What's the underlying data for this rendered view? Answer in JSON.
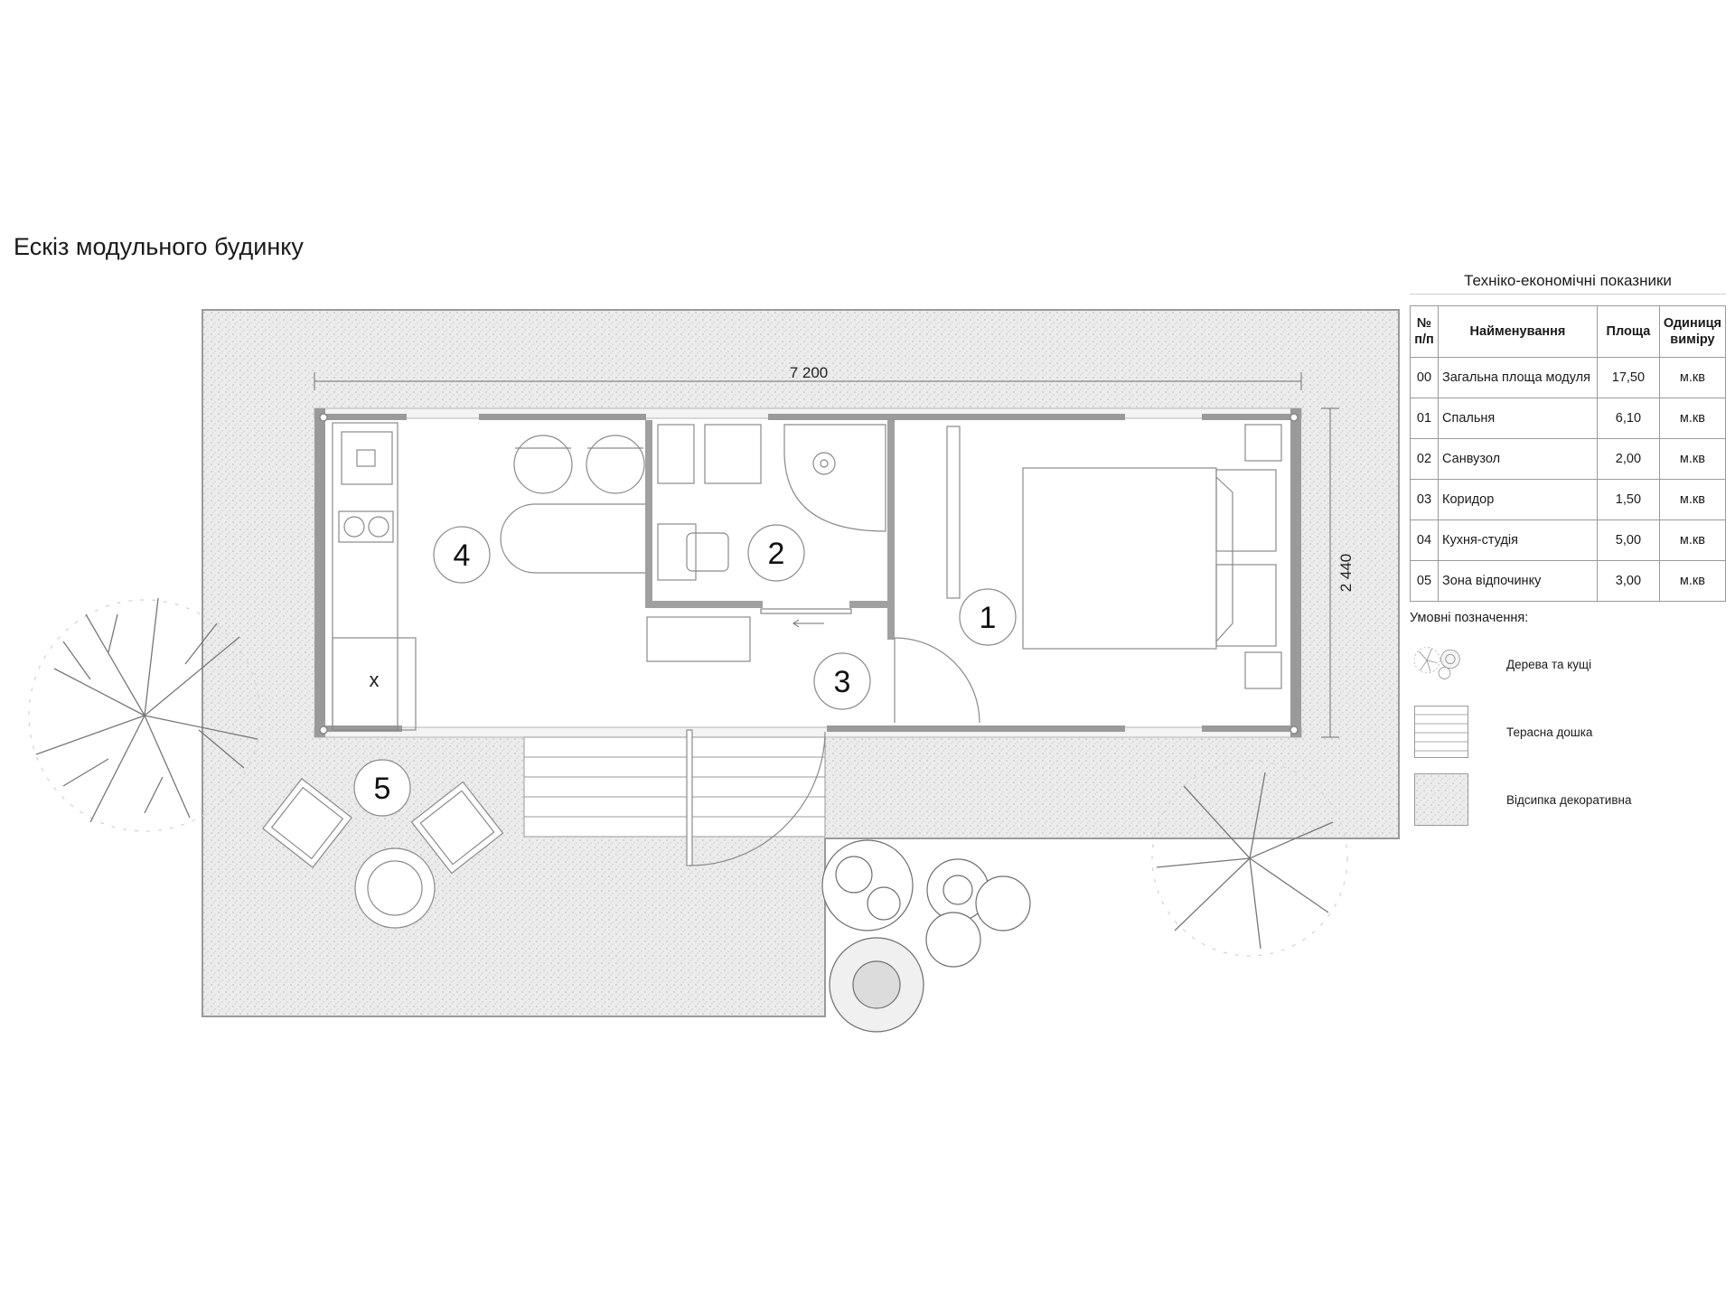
{
  "sheet": {
    "title": "Ескіз модульного будинку"
  },
  "plan": {
    "dimension_length": "7 200",
    "dimension_width": "2 440",
    "room_markers": [
      "1",
      "2",
      "3",
      "4",
      "5"
    ],
    "stove_mark": "x"
  },
  "spec": {
    "title": "Техніко-економічні показники",
    "headers": [
      "№ п/п",
      "Найменування",
      "Площа",
      "Одиниця виміру"
    ],
    "rows": [
      {
        "no": "00",
        "name": "Загальна площа модуля",
        "area": "17,50",
        "unit": "м.кв"
      },
      {
        "no": "01",
        "name": "Спальня",
        "area": "6,10",
        "unit": "м.кв"
      },
      {
        "no": "02",
        "name": "Санвузол",
        "area": "2,00",
        "unit": "м.кв"
      },
      {
        "no": "03",
        "name": "Коридор",
        "area": "1,50",
        "unit": "м.кв"
      },
      {
        "no": "04",
        "name": "Кухня-студія",
        "area": "5,00",
        "unit": "м.кв"
      },
      {
        "no": "05",
        "name": "Зона відпочинку",
        "area": "3,00",
        "unit": "м.кв"
      }
    ]
  },
  "legend": {
    "title": "Умовні позначення:",
    "items": [
      {
        "label": "Дерева та кущі",
        "icon": "tree-icon"
      },
      {
        "label": "Терасна дошка",
        "icon": "deck-board-hatch"
      },
      {
        "label": "Відсипка декоративна",
        "icon": "gravel-texture"
      }
    ]
  },
  "colors": {
    "wall": "#9a9a9a",
    "gravel": "#ededed",
    "line": "#6e6e6e"
  }
}
